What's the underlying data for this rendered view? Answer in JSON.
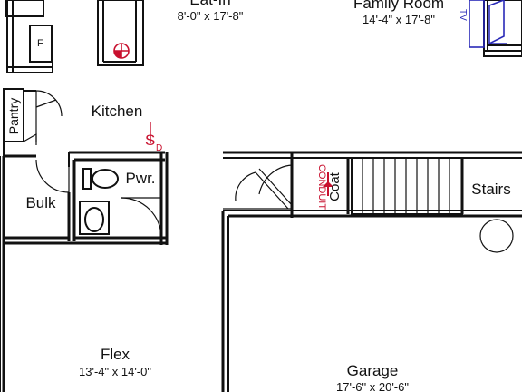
{
  "rooms": {
    "eat_in": {
      "name": "Eat-In",
      "dims": "8'-0\" x 17'-8\""
    },
    "family_room": {
      "name": "Family Room",
      "dims": "14'-4\" x 17'-8\""
    },
    "kitchen": {
      "name": "Kitchen"
    },
    "pantry": {
      "name": "Pantry"
    },
    "bulk": {
      "name": "Bulk"
    },
    "powder": {
      "name": "Pwr."
    },
    "coat": {
      "name": "Coat"
    },
    "stairs": {
      "name": "Stairs"
    },
    "flex": {
      "name": "Flex",
      "dims": "13'-4\" x 14'-0\""
    },
    "garage": {
      "name": "Garage",
      "dims": "17'-6\" x 20'-6\""
    }
  },
  "annotations": {
    "fridge": "F",
    "tv": "TV",
    "switch": "S",
    "switch_sub": "D",
    "conduit": "CONDUIT"
  },
  "colors": {
    "wall": "#111111",
    "electrical": "#c8102e",
    "tv_outline": "#2a2ab8"
  }
}
